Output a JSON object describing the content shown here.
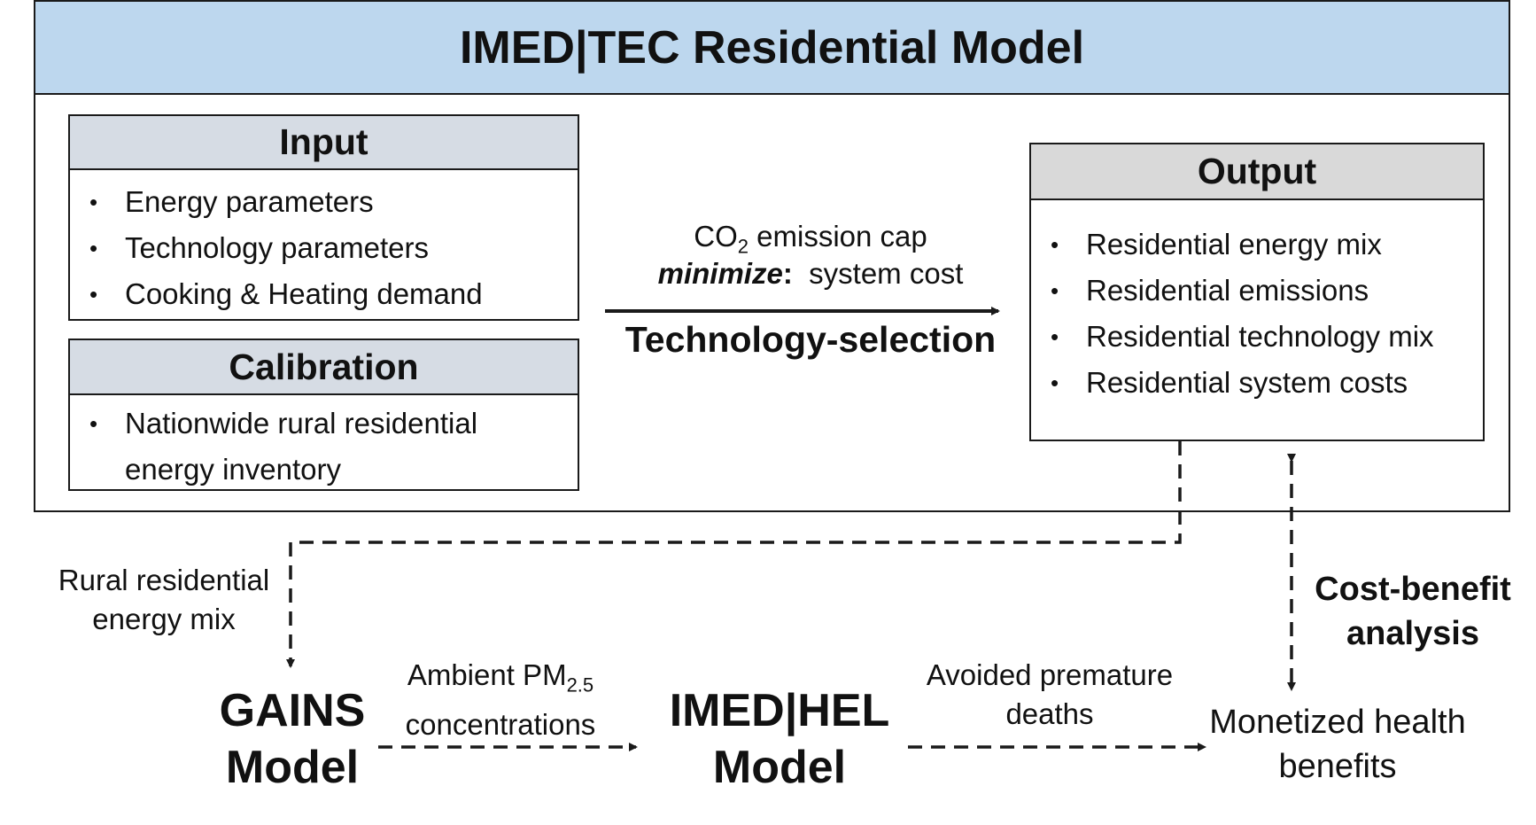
{
  "title": "IMED|TEC Residential Model",
  "colors": {
    "title_bg": "#bdd7ee",
    "input_header_bg": "#d6dce4",
    "calibration_header_bg": "#d6dce4",
    "output_header_bg": "#d9d9d9",
    "line": "#1a1a1a"
  },
  "input": {
    "heading": "Input",
    "items": [
      "Energy parameters",
      "Technology parameters",
      "Cooking & Heating demand"
    ]
  },
  "calibration": {
    "heading": "Calibration",
    "items": [
      "Nationwide rural residential energy inventory"
    ]
  },
  "output": {
    "heading": "Output",
    "items": [
      "Residential energy mix",
      "Residential emissions",
      "Residential technology mix",
      "Residential system costs"
    ]
  },
  "arrow_labels": {
    "co2_prefix": "CO",
    "co2_sub": "2",
    "co2_suffix": " emission cap",
    "minimize_keyword": "minimize",
    "minimize_colon": ":",
    "minimize_rest": "  system cost",
    "technology_selection": "Technology-selection"
  },
  "lower": {
    "rural_mix_label": "Rural residential energy mix",
    "gains_model": "GAINS Model",
    "pm_label_prefix": "Ambient PM",
    "pm_label_sub": "2.5",
    "pm_label_suffix": "concentrations",
    "hel_model": "IMED|HEL Model",
    "deaths_label": "Avoided premature deaths",
    "benefits_label": "Monetized health benefits",
    "cost_benefit_label": "Cost-benefit analysis"
  },
  "bullet_glyph": "•"
}
